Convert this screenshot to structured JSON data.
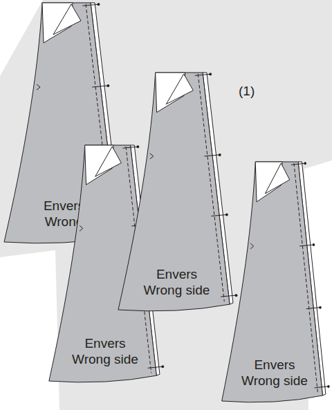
{
  "diagram": {
    "nodes": [
      {
        "text": [
          "Envers",
          "Wrong"
        ]
      },
      {
        "text": [
          "Envers",
          "Wrong side"
        ]
      },
      {
        "text": [
          "Envers",
          "Wrong side"
        ]
      },
      {
        "text": [
          "Envers",
          "Wrong side"
        ]
      }
    ],
    "labels": [
      "(1)"
    ]
  }
}
